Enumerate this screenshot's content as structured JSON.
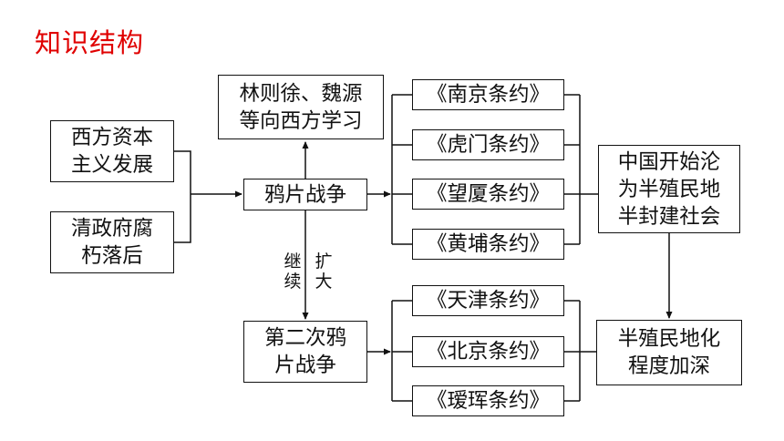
{
  "title": "知识结构",
  "diagram": {
    "causes": {
      "capitalism": "西方资本\n主义发展",
      "qing_decay": "清政府腐\n朽落后"
    },
    "opium_war": "鸦片战争",
    "learn_west": "林则徐、魏源\n等向西方学习",
    "treaties_1": [
      "《南京条约》",
      "《虎门条约》",
      "《望厦条约》",
      "《黄埔条约》"
    ],
    "result_1": "中国开始沦\n为半殖民地\n半封建社会",
    "link_left": "继\n续",
    "link_right": "扩\n大",
    "second_war": "第二次鸦\n片战争",
    "treaties_2": [
      "《天津条约》",
      "《北京条约》",
      "《瑷珲条约》"
    ],
    "result_2": "半殖民地化\n程度加深"
  }
}
